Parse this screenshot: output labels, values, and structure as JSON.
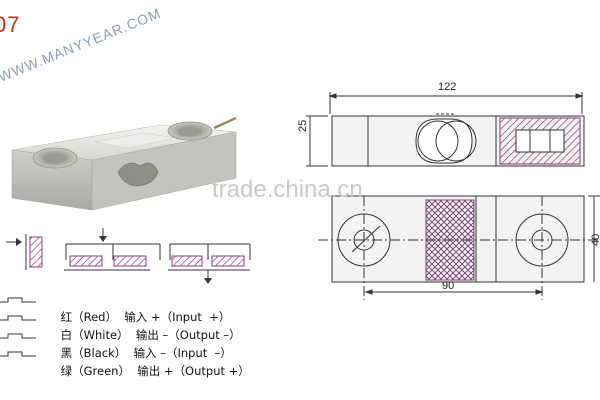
{
  "header": {
    "model_fragment": "07",
    "watermark_text": "WWW.MANYYEAR.COM"
  },
  "watermarks": {
    "trade": "trade.china.cn"
  },
  "drawing": {
    "length_dim": "122",
    "height_dim": "25",
    "hole_spacing_dim": "90",
    "width_dim": "40"
  },
  "wiring": [
    {
      "color_cn": "红",
      "color_en": "（Red）",
      "dir_cn": "输入 +",
      "signal": "（Input  +）"
    },
    {
      "color_cn": "白",
      "color_en": "（White）",
      "dir_cn": "输出 –",
      "signal": "（Output –）"
    },
    {
      "color_cn": "黑",
      "color_en": "（Black）",
      "dir_cn": "输入 –",
      "signal": "（Input  –）"
    },
    {
      "color_cn": "绿",
      "color_en": "（Green）",
      "dir_cn": "输出 +",
      "signal": "（Output +）"
    }
  ],
  "colors": {
    "model": "#b8341c",
    "hatch": "#8a3a7a",
    "line": "#333333"
  }
}
